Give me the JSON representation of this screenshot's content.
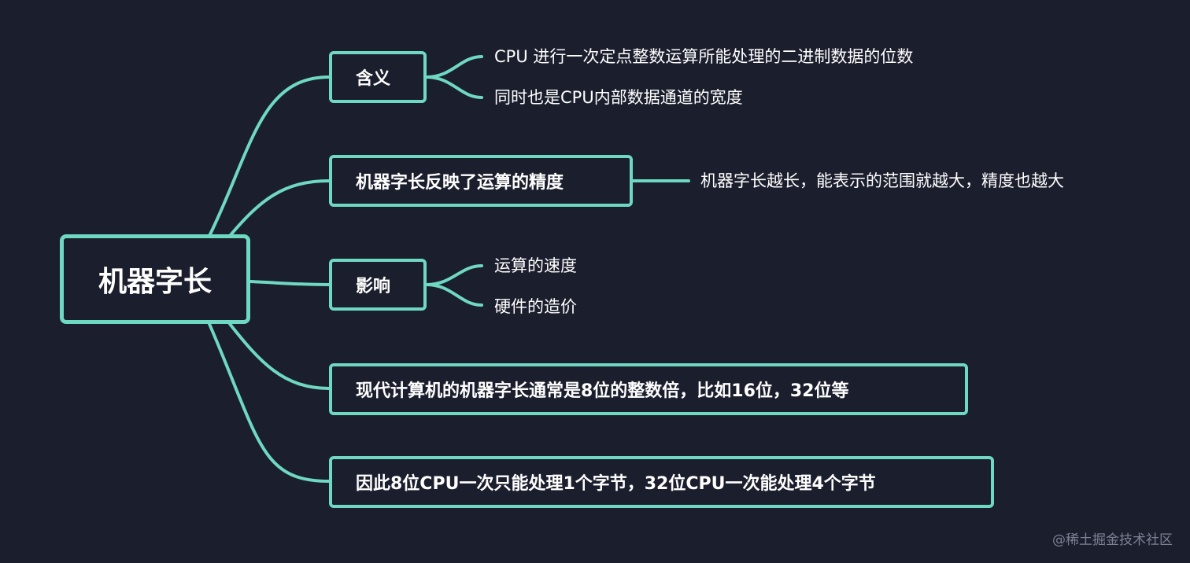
{
  "theme": {
    "background": "#1b1e2d",
    "accent": "#6fd8c3",
    "text": "#ffffff"
  },
  "root": {
    "label": "机器字长"
  },
  "branches": [
    {
      "label": "含义",
      "leaves": [
        "CPU 进行一次定点整数运算所能处理的二进制数据的位数",
        "同时也是CPU内部数据通道的宽度"
      ]
    },
    {
      "label": "机器字长反映了运算的精度",
      "leaves": [
        "机器字长越长，能表示的范围就越大，精度也越大"
      ]
    },
    {
      "label": "影响",
      "leaves": [
        "运算的速度",
        "硬件的造价"
      ]
    },
    {
      "label": "现代计算机的机器字长通常是8位的整数倍，比如16位，32位等",
      "leaves": []
    },
    {
      "label": "因此8位CPU一次只能处理1个字节，32位CPU一次能处理4个字节",
      "leaves": []
    }
  ],
  "watermark": "@稀土掘金技术社区"
}
